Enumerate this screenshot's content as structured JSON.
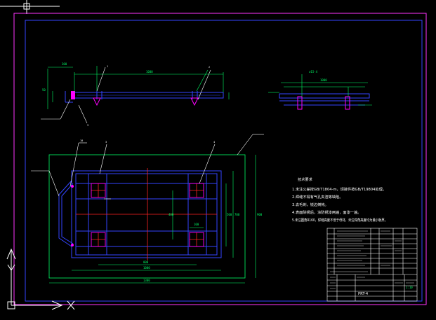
{
  "colors": {
    "background": "#000000",
    "frame_outer": "#ff33ff",
    "frame_inner": "#3344ff",
    "part": "#3344ff",
    "dimension": "#00ff66",
    "centerline": "#ff2222",
    "text": "#ffffff",
    "highlight": "#ff00ff"
  },
  "title_block": {
    "part_name": "PRT-4",
    "scale": "1:10"
  },
  "notes": {
    "title": "技术要求",
    "items": [
      "1.未注公差按GB/T1804-m，焊接件按GB/T19804处理。",
      "2.焊缝不得有气孔夹渣等缺陷。",
      "3.去毛刺，锐边倒钝。",
      "4.表面除锈后，涂防锈漆两遍，面漆一遍。",
      "5.未注圆角R160，焊缝高度不低于母材，未注焊角高度均为最小板厚。"
    ]
  },
  "leaders": {
    "top_view": [
      "1",
      "2",
      "3"
    ],
    "main_view": [
      "10",
      "3",
      "4"
    ]
  },
  "icons": {
    "ucs": "ucs-axis-icon",
    "crosshair": "crosshair-cursor-icon"
  }
}
